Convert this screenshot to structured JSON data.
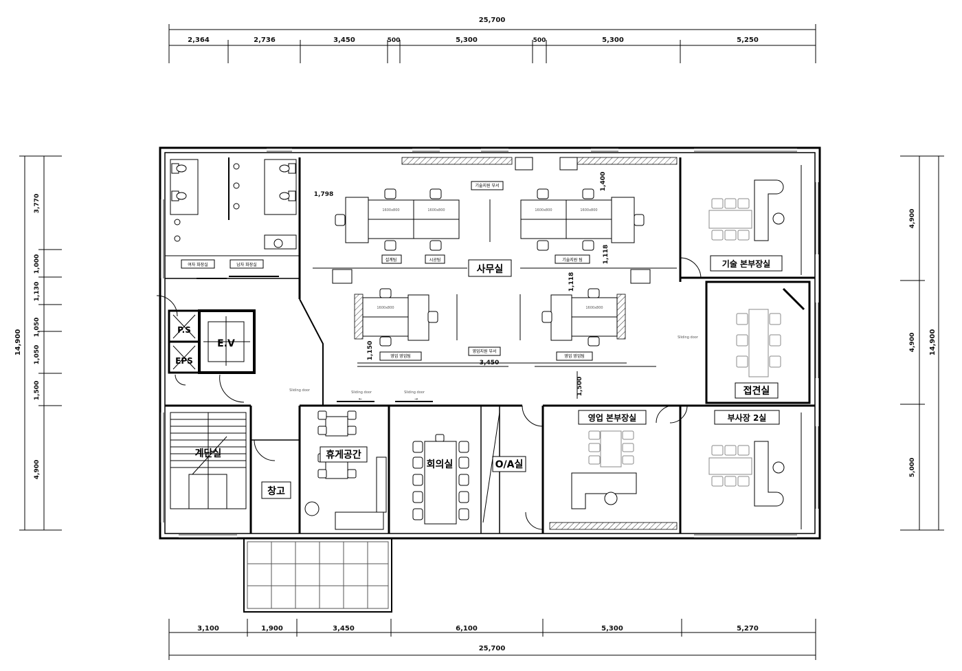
{
  "dimensions": {
    "top_total": "25,700",
    "top_segments": [
      "2,364",
      "2,736",
      "3,450",
      "500",
      "5,300",
      "500",
      "5,300",
      "5,250"
    ],
    "bottom_total": "25,700",
    "bottom_segments": [
      "3,100",
      "1,900",
      "3,450",
      "6,100",
      "5,300",
      "5,270"
    ],
    "left_total": "14,900",
    "left_segments": [
      "3,770",
      "1,000",
      "1,130",
      "1,050",
      "1,050",
      "1,500",
      "4,900"
    ],
    "right_total": "14,900",
    "right_segments": [
      "4,900",
      "4,900",
      "5,000"
    ],
    "internal": [
      "1,798",
      "1,400",
      "1,118",
      "1,118",
      "1,150",
      "3,450",
      "1,500"
    ]
  },
  "rooms": {
    "office": "사무실",
    "tech_hq_office": "기술 본부장실",
    "meeting_room": "접견실",
    "vice_president_2": "부사장 2실",
    "sales_hq_office": "영업 본부장실",
    "oa_room": "O/A실",
    "conference_room": "회의실",
    "lounge": "휴게공간",
    "storage": "창고",
    "stairs": "계단실",
    "ev": "E.V",
    "ps": "P.S",
    "eps": "EPS",
    "female_restroom": "여자 화장실",
    "male_restroom": "남자 화장실"
  },
  "team_labels": {
    "dept_a": "설계팀",
    "dept_b": "시공팀",
    "tech_team_head": "기술지원 부서",
    "tech_team": "기술지원 팀",
    "sales_team_head": "영업지원 부서",
    "sales_team_a": "영업 영업팀",
    "sales_team_b": "영업 영업팀"
  },
  "annotations": {
    "sliding_door": "Sliding door",
    "desk_size": "1600x800"
  },
  "icons": [
    "toilet-icon",
    "sink-icon",
    "chair-icon",
    "door-swing-icon",
    "x-mark-icon"
  ]
}
